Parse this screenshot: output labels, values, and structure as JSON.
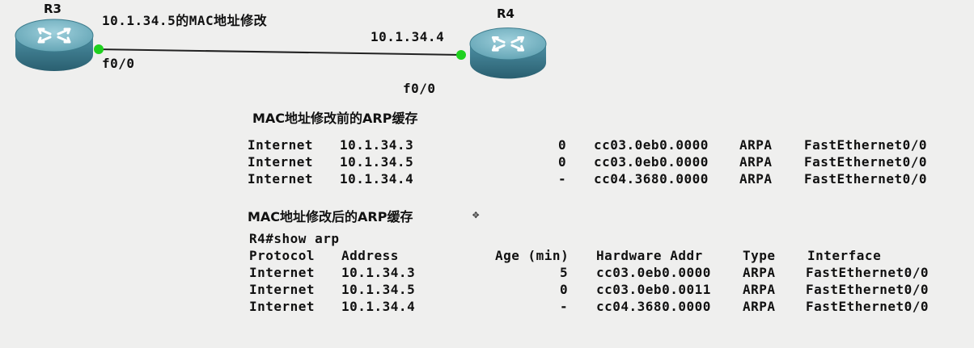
{
  "diagram": {
    "r3_label": "R3",
    "r4_label": "R4",
    "title": "10.1.34.5的MAC地址修改",
    "r4_ip": "10.1.34.4",
    "r3_port": "f0/0",
    "r4_port": "f0/0",
    "link_color": "#222222",
    "port_color": "#1fd11f"
  },
  "before": {
    "heading": "MAC地址修改前的ARP缓存",
    "rows": [
      {
        "protocol": "Internet",
        "address": "10.1.34.3",
        "age": "0",
        "hw": "cc03.0eb0.0000",
        "type": "ARPA",
        "iface": "FastEthernet0/0"
      },
      {
        "protocol": "Internet",
        "address": "10.1.34.5",
        "age": "0",
        "hw": "cc03.0eb0.0000",
        "type": "ARPA",
        "iface": "FastEthernet0/0"
      },
      {
        "protocol": "Internet",
        "address": "10.1.34.4",
        "age": "-",
        "hw": "cc04.3680.0000",
        "type": "ARPA",
        "iface": "FastEthernet0/0"
      }
    ]
  },
  "after": {
    "heading": "MAC地址修改后的ARP缓存",
    "command": "R4#show arp",
    "columns": {
      "protocol": "Protocol",
      "address": "Address",
      "age": "Age (min)",
      "hw": "Hardware Addr",
      "type": "Type",
      "iface": "Interface"
    },
    "rows": [
      {
        "protocol": "Internet",
        "address": "10.1.34.3",
        "age": "5",
        "hw": "cc03.0eb0.0000",
        "type": "ARPA",
        "iface": "FastEthernet0/0"
      },
      {
        "protocol": "Internet",
        "address": "10.1.34.5",
        "age": "0",
        "hw": "cc03.0eb0.0011",
        "type": "ARPA",
        "iface": "FastEthernet0/0"
      },
      {
        "protocol": "Internet",
        "address": "10.1.34.4",
        "age": "-",
        "hw": "cc04.3680.0000",
        "type": "ARPA",
        "iface": "FastEthernet0/0"
      }
    ]
  }
}
